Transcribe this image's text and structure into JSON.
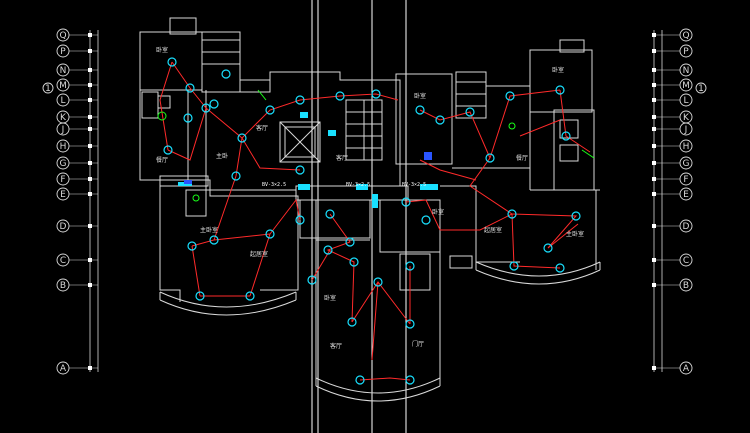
{
  "canvas": {
    "background": "#000000"
  },
  "colors": {
    "wall": "#d9d9d9",
    "wire": "#ff2a2a",
    "fixture": "#19e0ff",
    "accent_green": "#19ff19",
    "accent_blue": "#2a55ff"
  },
  "left_axis": {
    "labels": [
      "Q",
      "P",
      "N",
      "M",
      "L",
      "K",
      "J",
      "H",
      "G",
      "F",
      "E",
      "D",
      "C",
      "B",
      "A"
    ],
    "extra_left_tag": "1"
  },
  "right_axis": {
    "labels": [
      "Q",
      "P",
      "N",
      "M",
      "L",
      "K",
      "J",
      "H",
      "G",
      "F",
      "E",
      "D",
      "C",
      "B",
      "A"
    ],
    "extra_right_tag": "1"
  },
  "rooms": {
    "top_left_bed": "卧室",
    "top_right_bed": "卧室",
    "study_left": "卧室",
    "left_dining": "餐厅",
    "middle_left": "主卧",
    "left_living": "客厅",
    "main_bed_left": "主卧室",
    "living_left": "起居室",
    "right_dining": "餐厅",
    "right_living": "起居室",
    "right_main_bed": "主卧室",
    "south_bed": "卧室",
    "south_living": "客厅",
    "south_hall": "门厅",
    "center_room": "卧室",
    "stair_room": "客厅"
  },
  "tags": {
    "tag1": "BV-3×2.5",
    "tag2": "BV-3×2.5",
    "tag3": "BV-3×2.5"
  }
}
